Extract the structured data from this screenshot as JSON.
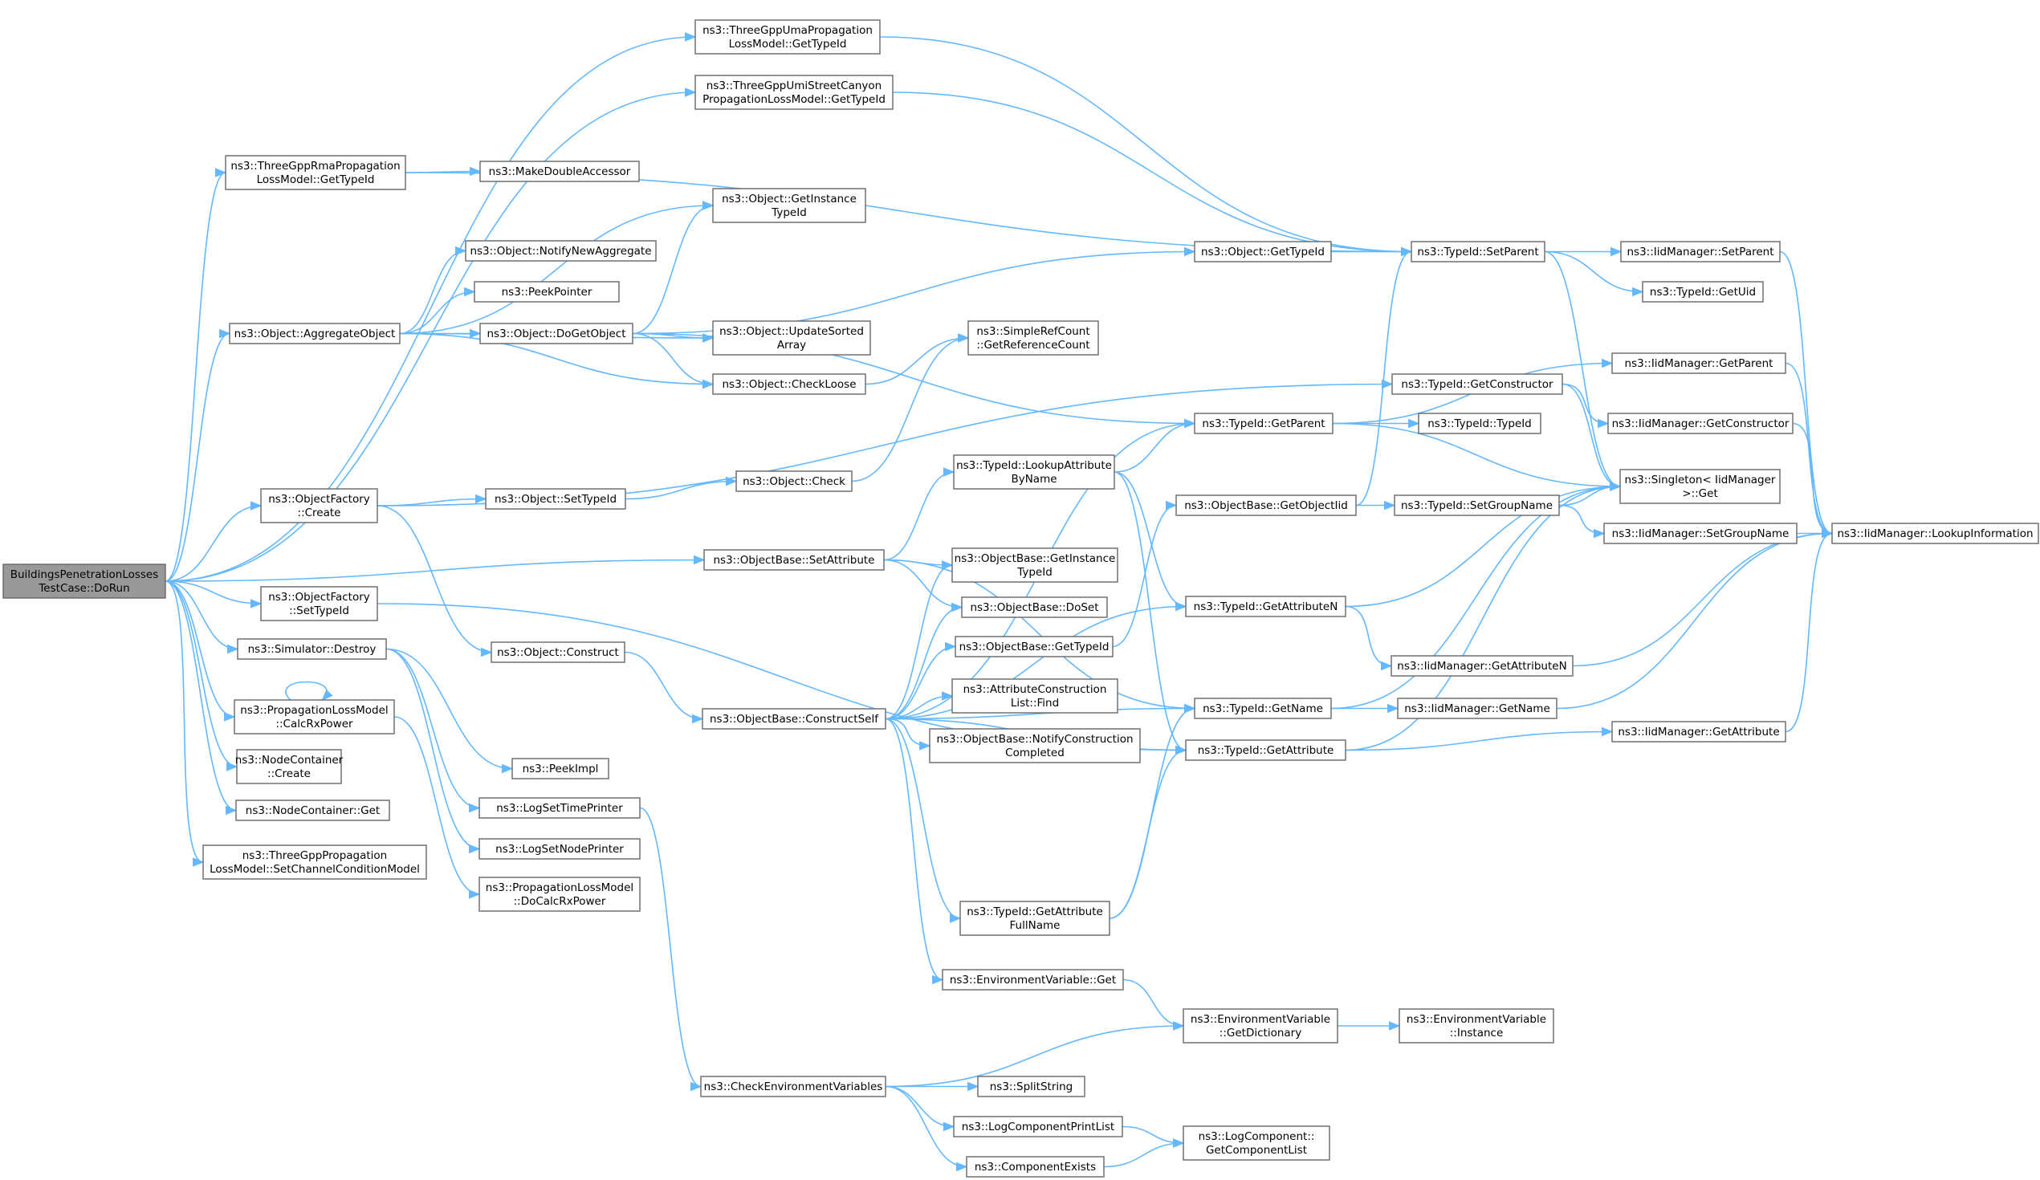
{
  "diagram": {
    "colors": {
      "edge": "#63b8ff",
      "root_fill": "#999999",
      "node_fill": "#ffffff",
      "node_border": "#666666"
    },
    "nodes": [
      {
        "id": "root",
        "lines": [
          "BuildingsPenetrationLosses",
          "TestCase::DoRun"
        ],
        "root": true
      },
      {
        "id": "umaGT",
        "lines": [
          "ns3::ThreeGppUmaPropagation",
          "LossModel::GetTypeId"
        ]
      },
      {
        "id": "umiGT",
        "lines": [
          "ns3::ThreeGppUmiStreetCanyon",
          "PropagationLossModel::GetTypeId"
        ]
      },
      {
        "id": "rmaGT",
        "lines": [
          "ns3::ThreeGppRmaPropagation",
          "LossModel::GetTypeId"
        ]
      },
      {
        "id": "mkDbl",
        "lines": [
          "ns3::MakeDoubleAccessor"
        ]
      },
      {
        "id": "objGIT",
        "lines": [
          "ns3::Object::GetInstance",
          "TypeId"
        ]
      },
      {
        "id": "notifyNA",
        "lines": [
          "ns3::Object::NotifyNewAggregate"
        ]
      },
      {
        "id": "peekPtr",
        "lines": [
          "ns3::PeekPointer"
        ]
      },
      {
        "id": "aggObj",
        "lines": [
          "ns3::Object::AggregateObject"
        ]
      },
      {
        "id": "doGetObj",
        "lines": [
          "ns3::Object::DoGetObject"
        ]
      },
      {
        "id": "updSorted",
        "lines": [
          "ns3::Object::UpdateSorted",
          "Array"
        ]
      },
      {
        "id": "chkLoose",
        "lines": [
          "ns3::Object::CheckLoose"
        ]
      },
      {
        "id": "srcGRC",
        "lines": [
          "ns3::SimpleRefCount",
          "::GetReferenceCount"
        ]
      },
      {
        "id": "objGTI",
        "lines": [
          "ns3::Object::GetTypeId"
        ]
      },
      {
        "id": "tidSetParent",
        "lines": [
          "ns3::TypeId::SetParent"
        ]
      },
      {
        "id": "iidSetParent",
        "lines": [
          "ns3::IidManager::SetParent"
        ]
      },
      {
        "id": "tidGetUid",
        "lines": [
          "ns3::TypeId::GetUid"
        ]
      },
      {
        "id": "iidGetParent",
        "lines": [
          "ns3::IidManager::GetParent"
        ]
      },
      {
        "id": "tidGetCtor",
        "lines": [
          "ns3::TypeId::GetConstructor"
        ]
      },
      {
        "id": "iidGetCtor",
        "lines": [
          "ns3::IidManager::GetConstructor"
        ]
      },
      {
        "id": "tidGetParent",
        "lines": [
          "ns3::TypeId::GetParent"
        ]
      },
      {
        "id": "tidTypeId",
        "lines": [
          "ns3::TypeId::TypeId"
        ]
      },
      {
        "id": "singleton",
        "lines": [
          "ns3::Singleton< IidManager",
          ">::Get"
        ]
      },
      {
        "id": "lookupInfo",
        "lines": [
          "ns3::IidManager::LookupInformation"
        ]
      },
      {
        "id": "ofCreate",
        "lines": [
          "ns3::ObjectFactory",
          "::Create"
        ]
      },
      {
        "id": "objSetTid",
        "lines": [
          "ns3::Object::SetTypeId"
        ]
      },
      {
        "id": "objCheck",
        "lines": [
          "ns3::Object::Check"
        ]
      },
      {
        "id": "lookupAttr",
        "lines": [
          "ns3::TypeId::LookupAttribute",
          "ByName"
        ]
      },
      {
        "id": "obGetObjIid",
        "lines": [
          "ns3::ObjectBase::GetObjectIid"
        ]
      },
      {
        "id": "tidSetGroup",
        "lines": [
          "ns3::TypeId::SetGroupName"
        ]
      },
      {
        "id": "iidSetGroup",
        "lines": [
          "ns3::IidManager::SetGroupName"
        ]
      },
      {
        "id": "obSetAttr",
        "lines": [
          "ns3::ObjectBase::SetAttribute"
        ]
      },
      {
        "id": "obGIT",
        "lines": [
          "ns3::ObjectBase::GetInstance",
          "TypeId"
        ]
      },
      {
        "id": "obDoSet",
        "lines": [
          "ns3::ObjectBase::DoSet"
        ]
      },
      {
        "id": "tidGetAttrN",
        "lines": [
          "ns3::TypeId::GetAttributeN"
        ]
      },
      {
        "id": "ofSetTid",
        "lines": [
          "ns3::ObjectFactory",
          "::SetTypeId"
        ]
      },
      {
        "id": "obGetTid",
        "lines": [
          "ns3::ObjectBase::GetTypeId"
        ]
      },
      {
        "id": "simDestroy",
        "lines": [
          "ns3::Simulator::Destroy"
        ]
      },
      {
        "id": "objConstruct",
        "lines": [
          "ns3::Object::Construct"
        ]
      },
      {
        "id": "iidGetAttrN",
        "lines": [
          "ns3::IidManager::GetAttributeN"
        ]
      },
      {
        "id": "acFind",
        "lines": [
          "ns3::AttributeConstruction",
          "List::Find"
        ]
      },
      {
        "id": "plmCalc",
        "lines": [
          "ns3::PropagationLossModel",
          "::CalcRxPower"
        ]
      },
      {
        "id": "obCtorSelf",
        "lines": [
          "ns3::ObjectBase::ConstructSelf"
        ]
      },
      {
        "id": "tidGetName",
        "lines": [
          "ns3::TypeId::GetName"
        ]
      },
      {
        "id": "iidGetName",
        "lines": [
          "ns3::IidManager::GetName"
        ]
      },
      {
        "id": "obNotifyCC",
        "lines": [
          "ns3::ObjectBase::NotifyConstruction",
          "Completed"
        ]
      },
      {
        "id": "tidGetAttr",
        "lines": [
          "ns3::TypeId::GetAttribute"
        ]
      },
      {
        "id": "iidGetAttr",
        "lines": [
          "ns3::IidManager::GetAttribute"
        ]
      },
      {
        "id": "ncCreate",
        "lines": [
          "ns3::NodeContainer",
          "::Create"
        ]
      },
      {
        "id": "peekImpl",
        "lines": [
          "ns3::PeekImpl"
        ]
      },
      {
        "id": "logSetTime",
        "lines": [
          "ns3::LogSetTimePrinter"
        ]
      },
      {
        "id": "ncGet",
        "lines": [
          "ns3::NodeContainer::Get"
        ]
      },
      {
        "id": "logSetNode",
        "lines": [
          "ns3::LogSetNodePrinter"
        ]
      },
      {
        "id": "tgppSetCCM",
        "lines": [
          "ns3::ThreeGppPropagation",
          "LossModel::SetChannelConditionModel"
        ]
      },
      {
        "id": "plmDoCalc",
        "lines": [
          "ns3::PropagationLossModel",
          "::DoCalcRxPower"
        ]
      },
      {
        "id": "tidGetAttrFN",
        "lines": [
          "ns3::TypeId::GetAttribute",
          "FullName"
        ]
      },
      {
        "id": "envGet",
        "lines": [
          "ns3::EnvironmentVariable::Get"
        ]
      },
      {
        "id": "envGetDict",
        "lines": [
          "ns3::EnvironmentVariable",
          "::GetDictionary"
        ]
      },
      {
        "id": "envInst",
        "lines": [
          "ns3::EnvironmentVariable",
          "::Instance"
        ]
      },
      {
        "id": "chkEnv",
        "lines": [
          "ns3::CheckEnvironmentVariables"
        ]
      },
      {
        "id": "splitStr",
        "lines": [
          "ns3::SplitString"
        ]
      },
      {
        "id": "logCPL",
        "lines": [
          "ns3::LogComponentPrintList"
        ]
      },
      {
        "id": "logGCL",
        "lines": [
          "ns3::LogComponent::",
          "GetComponentList"
        ]
      },
      {
        "id": "compExists",
        "lines": [
          "ns3::ComponentExists"
        ]
      }
    ],
    "edges": [
      [
        "root",
        "umaGT"
      ],
      [
        "root",
        "umiGT"
      ],
      [
        "root",
        "rmaGT"
      ],
      [
        "root",
        "aggObj"
      ],
      [
        "root",
        "ofCreate"
      ],
      [
        "root",
        "obSetAttr"
      ],
      [
        "root",
        "ofSetTid"
      ],
      [
        "root",
        "simDestroy"
      ],
      [
        "root",
        "plmCalc"
      ],
      [
        "root",
        "ncCreate"
      ],
      [
        "root",
        "ncGet"
      ],
      [
        "root",
        "tgppSetCCM"
      ],
      [
        "umaGT",
        "tidSetParent"
      ],
      [
        "umiGT",
        "tidSetParent"
      ],
      [
        "rmaGT",
        "mkDbl"
      ],
      [
        "rmaGT",
        "tidSetParent"
      ],
      [
        "aggObj",
        "objGIT"
      ],
      [
        "aggObj",
        "notifyNA"
      ],
      [
        "aggObj",
        "peekPtr"
      ],
      [
        "aggObj",
        "doGetObj"
      ],
      [
        "aggObj",
        "updSorted"
      ],
      [
        "aggObj",
        "chkLoose"
      ],
      [
        "doGetObj",
        "objGIT"
      ],
      [
        "doGetObj",
        "objGTI"
      ],
      [
        "doGetObj",
        "tidGetParent"
      ],
      [
        "doGetObj",
        "updSorted"
      ],
      [
        "doGetObj",
        "chkLoose"
      ],
      [
        "chkLoose",
        "srcGRC"
      ],
      [
        "objGTI",
        "tidSetParent"
      ],
      [
        "tidSetParent",
        "iidSetParent"
      ],
      [
        "tidSetParent",
        "tidGetUid"
      ],
      [
        "tidSetParent",
        "singleton"
      ],
      [
        "iidSetParent",
        "lookupInfo"
      ],
      [
        "iidGetParent",
        "lookupInfo"
      ],
      [
        "tidGetCtor",
        "iidGetCtor"
      ],
      [
        "tidGetCtor",
        "singleton"
      ],
      [
        "iidGetCtor",
        "lookupInfo"
      ],
      [
        "tidGetParent",
        "iidGetParent"
      ],
      [
        "tidGetParent",
        "tidTypeId"
      ],
      [
        "tidGetParent",
        "singleton"
      ],
      [
        "ofCreate",
        "tidGetCtor"
      ],
      [
        "ofCreate",
        "objSetTid"
      ],
      [
        "ofCreate",
        "objConstruct"
      ],
      [
        "objSetTid",
        "objCheck"
      ],
      [
        "objCheck",
        "srcGRC"
      ],
      [
        "lookupAttr",
        "tidGetParent"
      ],
      [
        "lookupAttr",
        "tidGetAttrN"
      ],
      [
        "lookupAttr",
        "tidGetAttr"
      ],
      [
        "obGetObjIid",
        "tidSetParent"
      ],
      [
        "obGetObjIid",
        "tidSetGroup"
      ],
      [
        "tidSetGroup",
        "iidSetGroup"
      ],
      [
        "tidSetGroup",
        "singleton"
      ],
      [
        "iidSetGroup",
        "lookupInfo"
      ],
      [
        "obSetAttr",
        "lookupAttr"
      ],
      [
        "obSetAttr",
        "obGIT"
      ],
      [
        "obSetAttr",
        "obDoSet"
      ],
      [
        "obSetAttr",
        "tidGetName"
      ],
      [
        "tidGetAttrN",
        "iidGetAttrN"
      ],
      [
        "tidGetAttrN",
        "singleton"
      ],
      [
        "iidGetAttrN",
        "lookupInfo"
      ],
      [
        "ofSetTid",
        "tidGetAttr"
      ],
      [
        "obGetTid",
        "obGetObjIid"
      ],
      [
        "simDestroy",
        "peekImpl"
      ],
      [
        "simDestroy",
        "logSetTime"
      ],
      [
        "simDestroy",
        "logSetNode"
      ],
      [
        "objConstruct",
        "obCtorSelf"
      ],
      [
        "plmCalc",
        "plmCalc"
      ],
      [
        "plmCalc",
        "plmDoCalc"
      ],
      [
        "obCtorSelf",
        "tidGetParent"
      ],
      [
        "obCtorSelf",
        "obGIT"
      ],
      [
        "obCtorSelf",
        "obDoSet"
      ],
      [
        "obCtorSelf",
        "obGetTid"
      ],
      [
        "obCtorSelf",
        "acFind"
      ],
      [
        "obCtorSelf",
        "obNotifyCC"
      ],
      [
        "obCtorSelf",
        "tidGetName"
      ],
      [
        "obCtorSelf",
        "tidGetAttr"
      ],
      [
        "obCtorSelf",
        "tidGetAttrN"
      ],
      [
        "obCtorSelf",
        "tidGetAttrFN"
      ],
      [
        "obCtorSelf",
        "envGet"
      ],
      [
        "tidGetName",
        "iidGetName"
      ],
      [
        "tidGetName",
        "singleton"
      ],
      [
        "iidGetName",
        "lookupInfo"
      ],
      [
        "tidGetAttr",
        "iidGetAttr"
      ],
      [
        "tidGetAttr",
        "singleton"
      ],
      [
        "iidGetAttr",
        "lookupInfo"
      ],
      [
        "tidGetAttrFN",
        "tidGetName"
      ],
      [
        "tidGetAttrFN",
        "tidGetAttr"
      ],
      [
        "logSetTime",
        "chkEnv"
      ],
      [
        "envGet",
        "envGetDict"
      ],
      [
        "envGetDict",
        "envInst"
      ],
      [
        "chkEnv",
        "envGetDict"
      ],
      [
        "chkEnv",
        "splitStr"
      ],
      [
        "chkEnv",
        "logCPL"
      ],
      [
        "chkEnv",
        "compExists"
      ],
      [
        "logCPL",
        "logGCL"
      ],
      [
        "compExists",
        "logGCL"
      ]
    ]
  }
}
